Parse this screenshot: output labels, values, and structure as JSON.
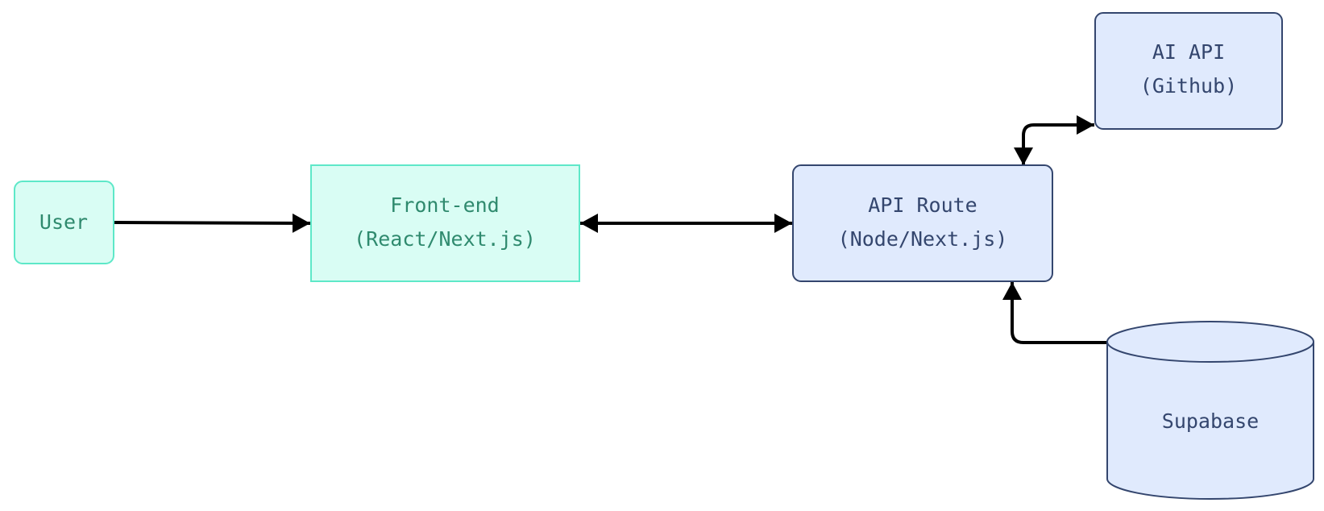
{
  "colors": {
    "teal_fill": "#d9fdf4",
    "teal_stroke": "#5ee8c8",
    "teal_text": "#2f8a6e",
    "blue_fill": "#e0eafd",
    "blue_stroke": "#34466e",
    "blue_text": "#34466e",
    "edge": "#000000"
  },
  "nodes": {
    "user": {
      "label": "User"
    },
    "frontend": {
      "line1": "Front-end",
      "line2": "(React/Next.js)"
    },
    "api_route": {
      "line1": "API Route",
      "line2": "(Node/Next.js)"
    },
    "ai_api": {
      "line1": "AI API",
      "line2": "(Github)"
    },
    "supabase": {
      "label": "Supabase"
    }
  },
  "edges": [
    {
      "from": "User",
      "to": "Front-end",
      "direction": "one-way"
    },
    {
      "from": "Front-end",
      "to": "API Route",
      "direction": "two-way"
    },
    {
      "from": "API Route",
      "to": "AI API",
      "direction": "two-way"
    },
    {
      "from": "Supabase",
      "to": "API Route",
      "direction": "one-way"
    }
  ]
}
